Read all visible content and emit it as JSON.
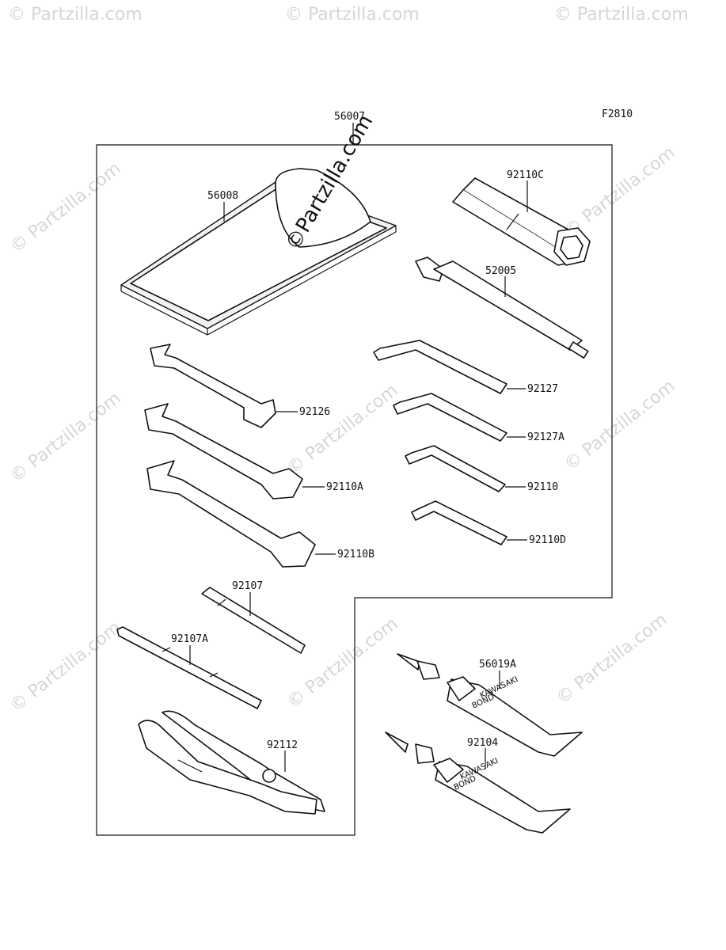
{
  "figure_code": "F2810",
  "watermark": {
    "text": "© Partzilla.com",
    "big_text": "©Partzilla.com",
    "color": "#d6d6d6"
  },
  "tube_text": {
    "brand": "KAWASAKI",
    "product": "BOND"
  },
  "parts": [
    {
      "id": "56007"
    },
    {
      "id": "56008"
    },
    {
      "id": "92110C"
    },
    {
      "id": "52005"
    },
    {
      "id": "92126"
    },
    {
      "id": "92127"
    },
    {
      "id": "92127A"
    },
    {
      "id": "92110A"
    },
    {
      "id": "92110"
    },
    {
      "id": "92110D"
    },
    {
      "id": "92110B"
    },
    {
      "id": "92107"
    },
    {
      "id": "92107A"
    },
    {
      "id": "56019A"
    },
    {
      "id": "92104"
    },
    {
      "id": "92112"
    }
  ]
}
